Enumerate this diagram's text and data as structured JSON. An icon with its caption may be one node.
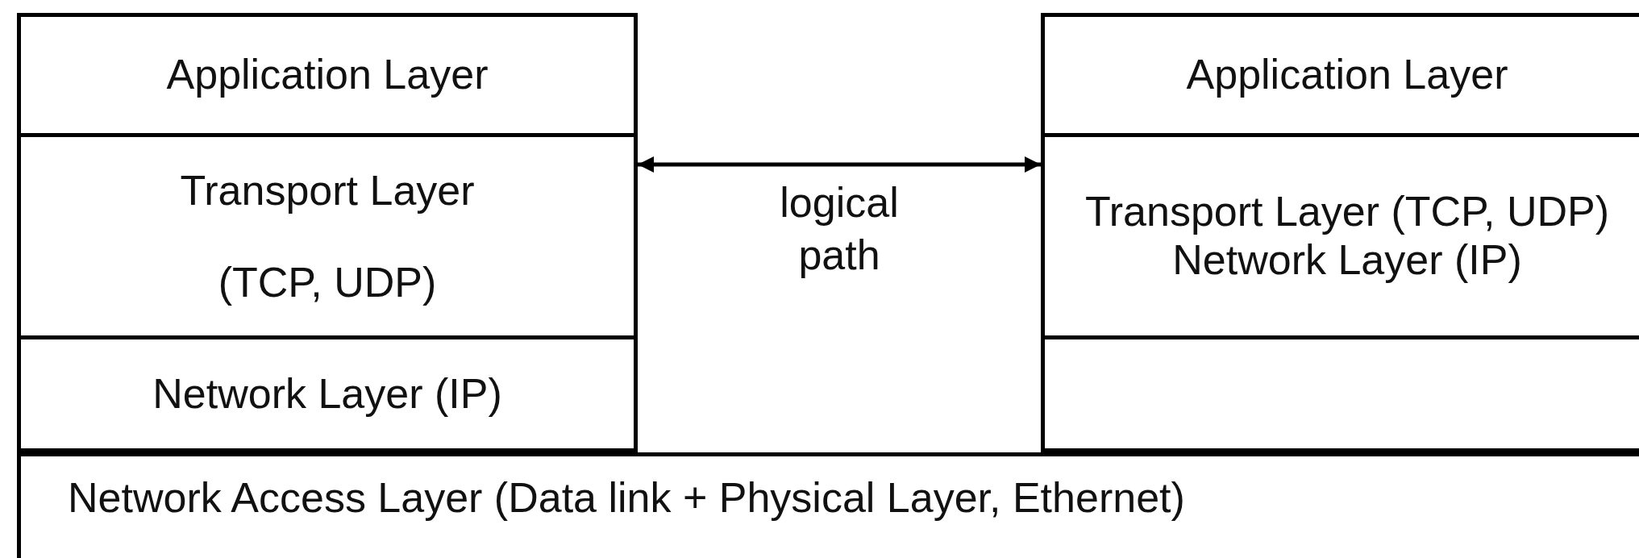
{
  "diagram": {
    "nodes": [
      {
        "text": [
          "Application Layer"
        ]
      },
      {
        "text": [
          "Transport Layer (TCP, UDP)"
        ]
      },
      {
        "text": [
          "Network Layer (IP)"
        ]
      },
      {
        "text": [
          "Application Layer"
        ]
      },
      {
        "text": [
          "Transport Layer (TCP, UDP)",
          "Network Layer (IP)"
        ]
      },
      {
        "text": [],
        "shape": "box"
      },
      {
        "text": [
          "Network Access Layer (Data link + Physical Layer, Ethernet)"
        ]
      }
    ],
    "edges": [
      {
        "from": 1,
        "to": 4,
        "arrow": "both",
        "label": "logical path"
      }
    ]
  }
}
